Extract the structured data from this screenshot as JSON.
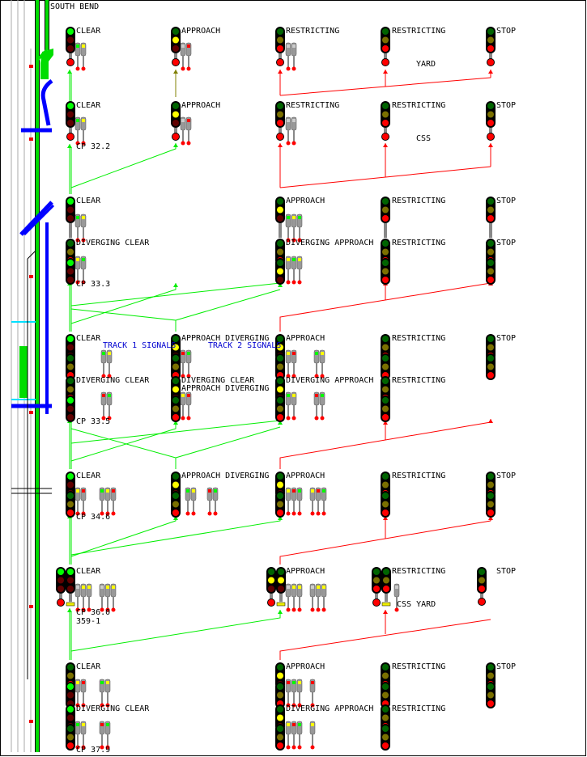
{
  "title": "SOUTH BEND",
  "colors": {
    "green": "#00ee00",
    "red": "#ff0000",
    "olive": "#808000",
    "blue": "#0000ff",
    "track_green": "#00dd00",
    "cyan": "#00e0ff"
  },
  "rows": [
    {
      "labels": [
        "CLEAR",
        "APPROACH",
        "RESTRICTING",
        "RESTRICTING",
        "STOP"
      ],
      "notes": [
        "YARD"
      ]
    },
    {
      "labels": [
        "CLEAR",
        "APPROACH",
        "RESTRICTING",
        "RESTRICTING",
        "STOP"
      ],
      "cp": "CP 32.2",
      "notes": [
        "CSS"
      ]
    },
    {
      "labels": [
        "CLEAR",
        "APPROACH",
        "RESTRICTING",
        "STOP"
      ]
    },
    {
      "labels": [
        "DIVERGING CLEAR",
        "DIVERGING APPROACH",
        "RESTRICTING",
        "STOP"
      ],
      "cp": "CP 33.3"
    },
    {
      "labels": [
        "CLEAR",
        "APPROACH DIVERGING",
        "APPROACH",
        "RESTRICTING",
        "STOP"
      ],
      "notes": [
        "TRACK 1 SIGNALS",
        "TRACK 2 SIGNALS"
      ]
    },
    {
      "labels": [
        "DIVERGING CLEAR",
        "DIVERGING CLEAR",
        "APPROACH DIVERGING",
        "DIVERGING APPROACH",
        "RESTRICTING"
      ],
      "cp": "CP 33.5"
    },
    {
      "labels": [
        "CLEAR",
        "APPROACH DIVERGING",
        "APPROACH",
        "RESTRICTING",
        "STOP"
      ],
      "cp": "CP 34.6"
    },
    {
      "labels": [
        "CLEAR",
        "APPROACH",
        "RESTRICTING",
        "STOP"
      ],
      "cp": "CP 36.0",
      "cp2": "359-1",
      "notes": [
        "CSS YARD"
      ]
    },
    {
      "labels": [
        "CLEAR",
        "APPROACH",
        "RESTRICTING",
        "STOP"
      ]
    },
    {
      "labels": [
        "DIVERGING CLEAR",
        "DIVERGING APPROACH",
        "RESTRICTING"
      ],
      "cp": "CP 37.9"
    }
  ]
}
